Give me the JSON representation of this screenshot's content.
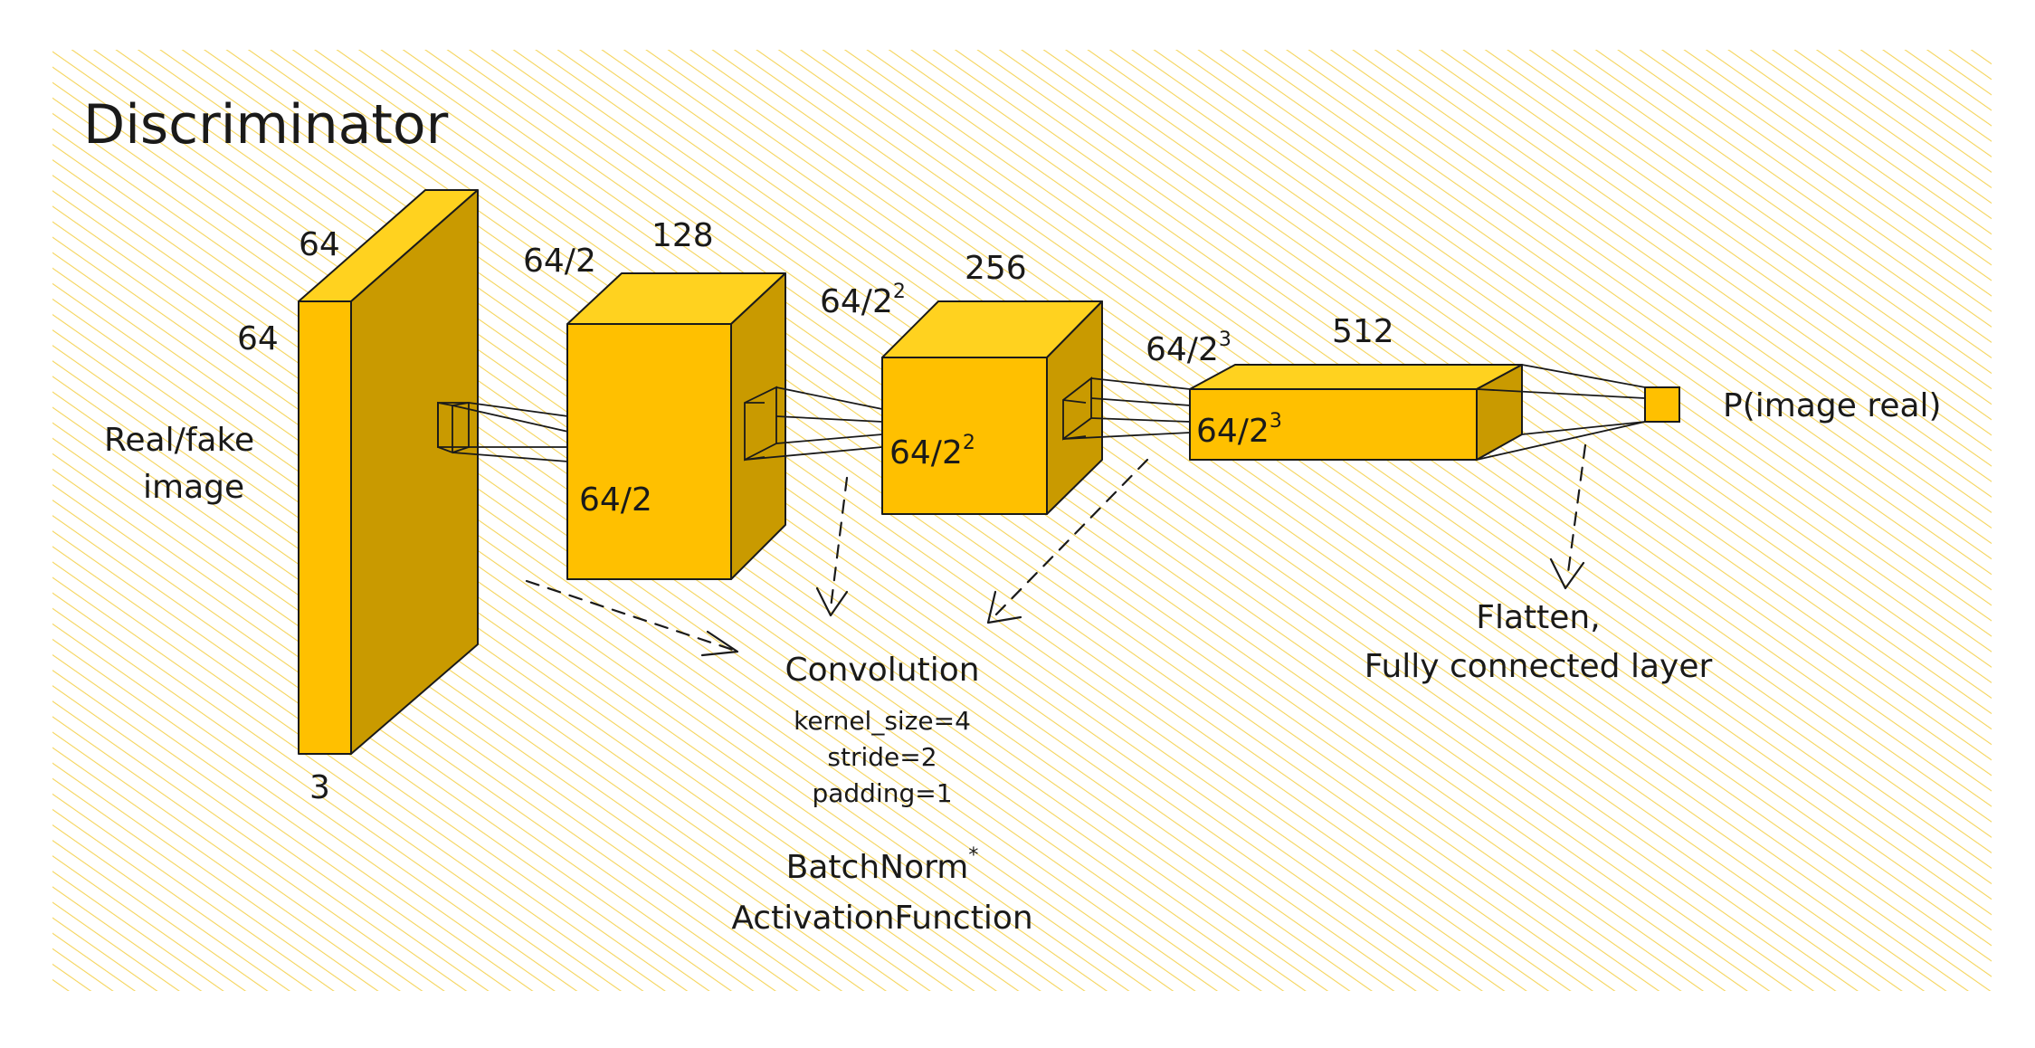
{
  "title": "Discriminator",
  "colors": {
    "background_hatch": "#f7dc6f",
    "front_face": "#ffc000",
    "top_face": "#ffd21f",
    "side_face": "#c99a00",
    "stroke": "#1a1a1a"
  },
  "input": {
    "caption_line1": "Real/fake",
    "caption_line2": "image",
    "width": "64",
    "height": "64",
    "channels": "3"
  },
  "layer1": {
    "depth_label": "64/2",
    "channels": "128",
    "front_label": "64/2"
  },
  "layer2": {
    "depth_base": "64/2",
    "depth_exp": "2",
    "channels": "256",
    "front_base": "64/2",
    "front_exp": "2"
  },
  "layer3": {
    "depth_base": "64/2",
    "depth_exp": "3",
    "channels": "512",
    "front_base": "64/2",
    "front_exp": "3"
  },
  "output": {
    "label": "P(image real)"
  },
  "flatten": {
    "line1": "Flatten,",
    "line2": "Fully connected layer"
  },
  "convolution": {
    "title": "Convolution",
    "kernel": "kernel_size=4",
    "stride": "stride=2",
    "padding": "padding=1"
  },
  "post": {
    "batchnorm": "BatchNorm",
    "asterisk": "*",
    "activation": "ActivationFunction"
  }
}
